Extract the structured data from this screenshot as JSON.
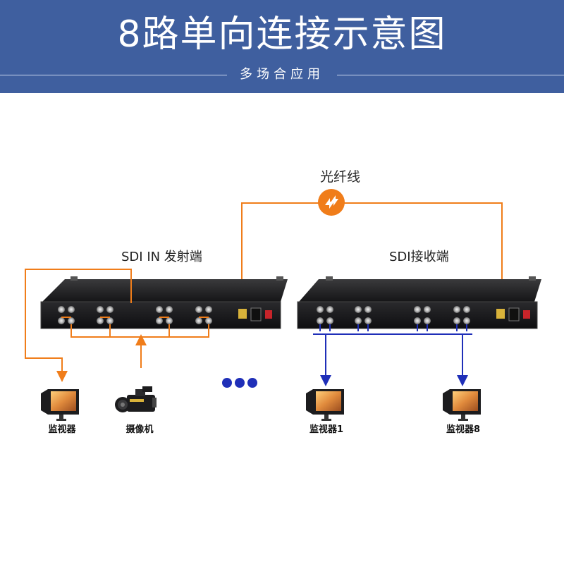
{
  "header": {
    "title": "8路单向连接示意图",
    "subtitle": "多场合应用",
    "color": "#3f5f9f"
  },
  "fiber": {
    "label": "光纤线",
    "color": "#f07d1a"
  },
  "transmitter": {
    "label": "SDI IN 发射端"
  },
  "receiver": {
    "label": "SDI接收端"
  },
  "devices": {
    "tx_monitor": "监视器",
    "camera": "摄像机",
    "rx_monitor_1": "监视器1",
    "rx_monitor_8": "监视器8"
  },
  "colors": {
    "tx_wire": "#f07d1a",
    "rx_wire": "#1f2fb8",
    "ellipsis": "#1f2fb8",
    "device_body": "#1c1c1e"
  }
}
